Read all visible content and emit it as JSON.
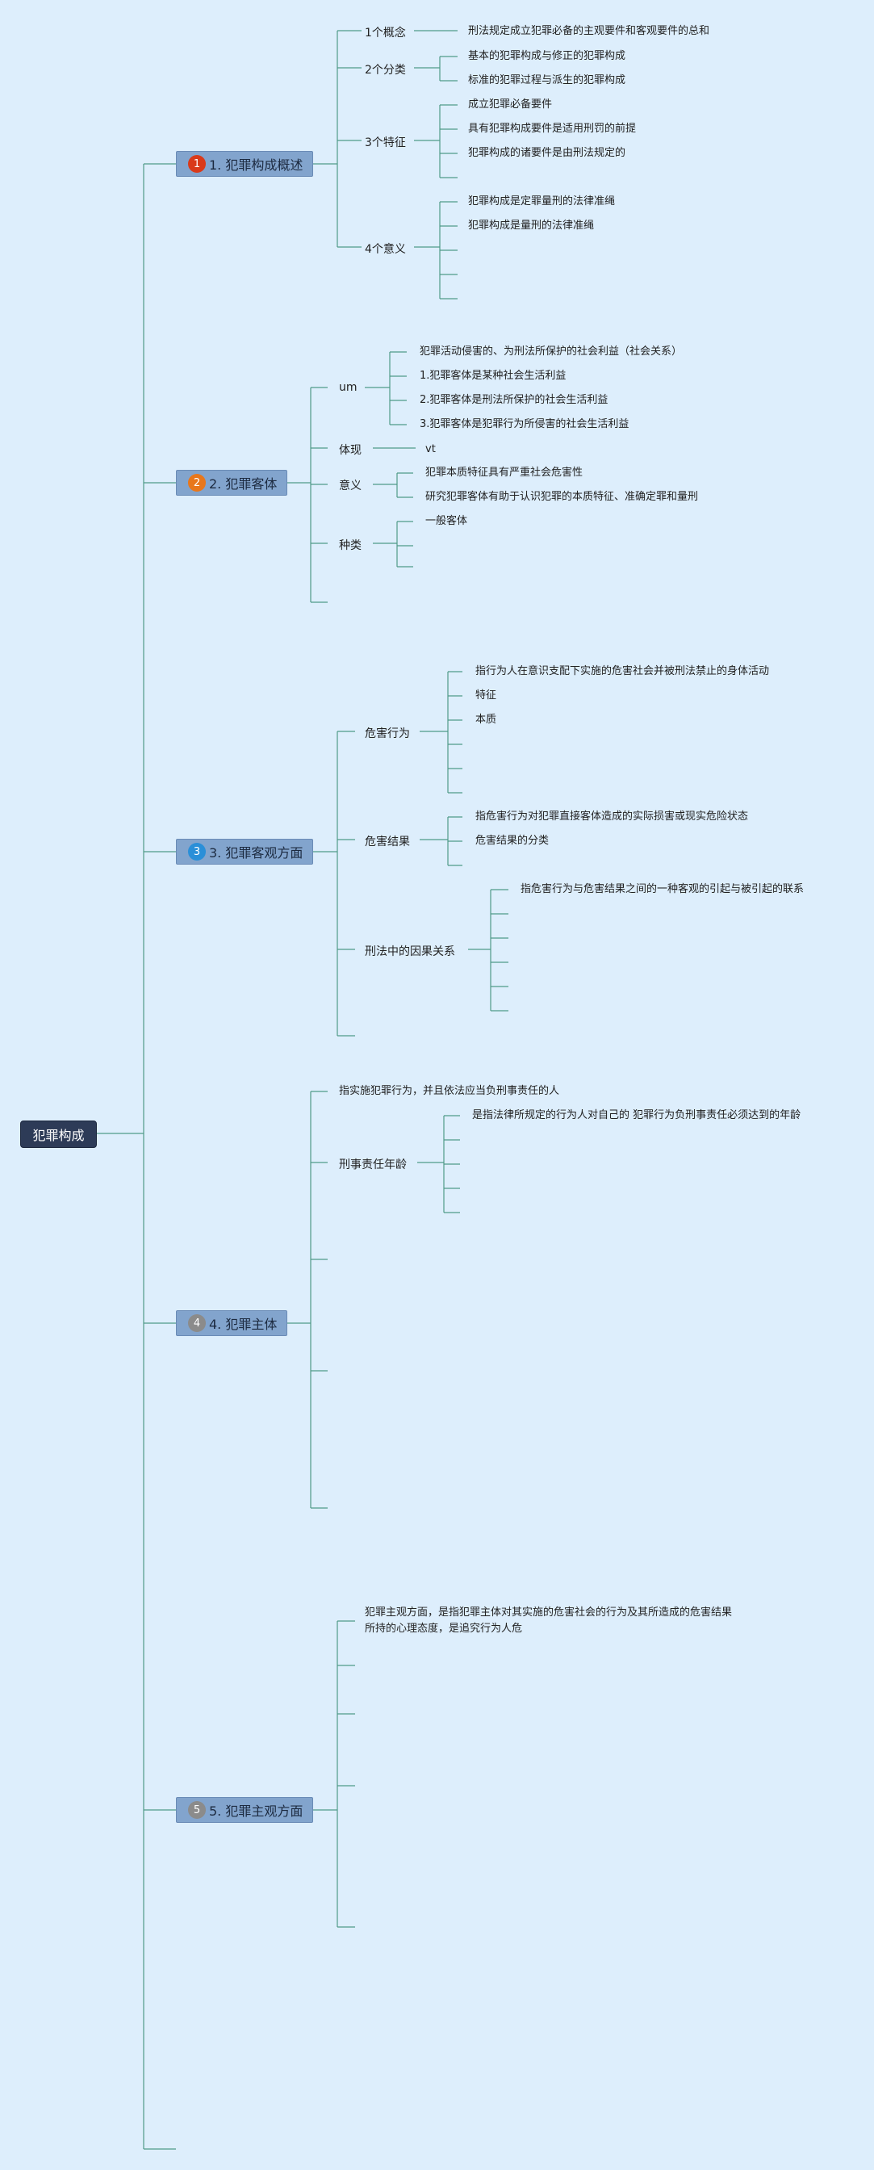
{
  "root": {
    "label": "犯罪构成"
  },
  "colors": {
    "line": "#4f9a88",
    "branch": "#82a4cd",
    "root": "#2d3b57",
    "background": "#ddeefc"
  },
  "b1": {
    "label": "1. 犯罪构成概述",
    "badge": "1",
    "badge_color": "#d93a1a",
    "concept": {
      "label": "1个概念",
      "text": "刑法规定成立犯罪必备的主观要件和客观要件的总和"
    },
    "category": {
      "label": "2个分类",
      "items": [
        "基本的犯罪构成与修正的犯罪构成",
        "标准的犯罪过程与派生的犯罪构成"
      ]
    },
    "feature": {
      "label": "3个特征",
      "items": [
        "成立犯罪必备要件",
        "具有犯罪构成要件是适用刑罚的前提",
        "犯罪构成的诸要件是由刑法规定的"
      ]
    },
    "meaning": {
      "label": "4个意义",
      "items": [
        "犯罪构成是定罪量刑的法律准绳",
        "犯罪构成是量刑的法律准绳"
      ]
    }
  },
  "b2": {
    "label": "2. 犯罪客体",
    "badge": "2",
    "badge_color": "#e8771c",
    "um": {
      "label": "um",
      "items": [
        "犯罪活动侵害的、为刑法所保护的社会利益（社会关系）",
        "1.犯罪客体是某种社会生活利益",
        "2.犯罪客体是刑法所保护的社会生活利益",
        "3.犯罪客体是犯罪行为所侵害的社会生活利益"
      ]
    },
    "tixian": {
      "label": "体现",
      "text": "vt"
    },
    "yiyi": {
      "label": "意义",
      "items": [
        "犯罪本质特征具有严重社会危害性",
        "研究犯罪客体有助于认识犯罪的本质特征、准确定罪和量刑"
      ]
    },
    "zhonglei": {
      "label": "种类",
      "items": [
        "一般客体"
      ]
    }
  },
  "b3": {
    "label": "3. 犯罪客观方面",
    "badge": "3",
    "badge_color": "#2a8fd8",
    "act": {
      "label": "危害行为",
      "items": [
        "指行为人在意识支配下实施的危害社会并被刑法禁止的身体活动",
        "特征",
        "本质"
      ]
    },
    "result": {
      "label": "危害结果",
      "items": [
        "指危害行为对犯罪直接客体造成的实际损害或现实危险状态",
        "危害结果的分类"
      ]
    },
    "causal": {
      "label": "刑法中的因果关系",
      "items": [
        "指危害行为与危害结果之间的一种客观的引起与被引起的联系"
      ]
    }
  },
  "b4": {
    "label": "4. 犯罪主体",
    "badge": "4",
    "badge_color": "#8b8b8b",
    "def": "指实施犯罪行为，并且依法应当负刑事责任的人",
    "age": {
      "label": "刑事责任年龄",
      "items": [
        "是指法律所规定的行为人对自己的 犯罪行为负刑事责任必须达到的年龄"
      ]
    }
  },
  "b5": {
    "label": "5. 犯罪主观方面",
    "badge": "5",
    "badge_color": "#8b8b8b",
    "def_line1": "犯罪主观方面，是指犯罪主体对其实施的危害社会的行为及其所造成的危害结果",
    "def_line2": "所持的心理态度，是追究行为人危"
  }
}
